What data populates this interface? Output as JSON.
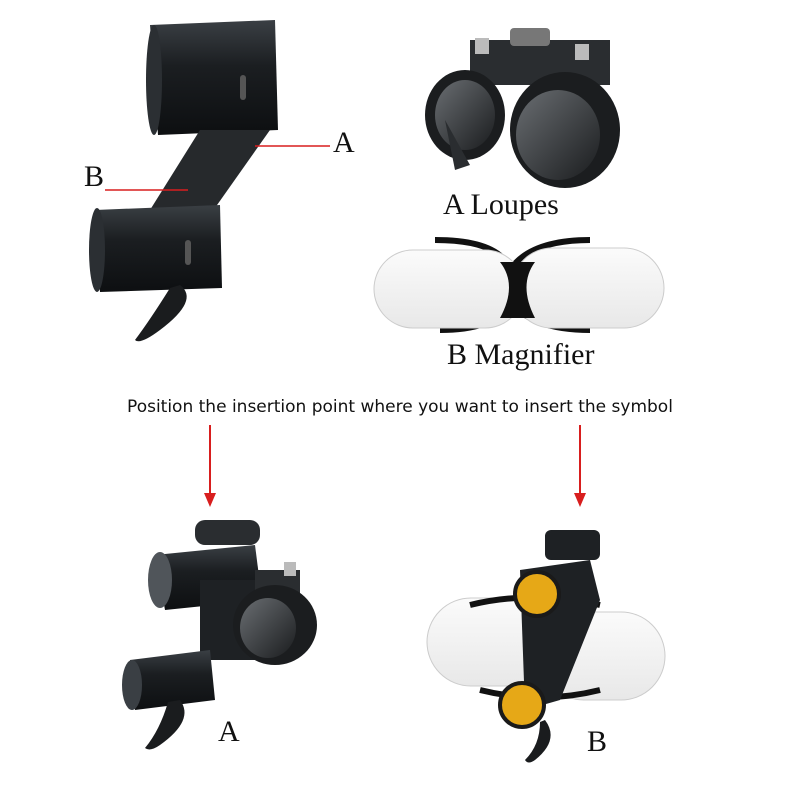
{
  "top_left": {
    "label_a": "A",
    "label_b": "B"
  },
  "loupes": {
    "caption": "A  Loupes"
  },
  "magnifier": {
    "caption": "B Magnifier"
  },
  "instruction": "Position the insertion point where you want to insert the symbol",
  "bottom_left": {
    "label": "A"
  },
  "bottom_right": {
    "label": "B"
  },
  "colors": {
    "pointer_line": "#d81e1e",
    "device_body": "#1e2124",
    "filter_lens": "#e6a817"
  }
}
